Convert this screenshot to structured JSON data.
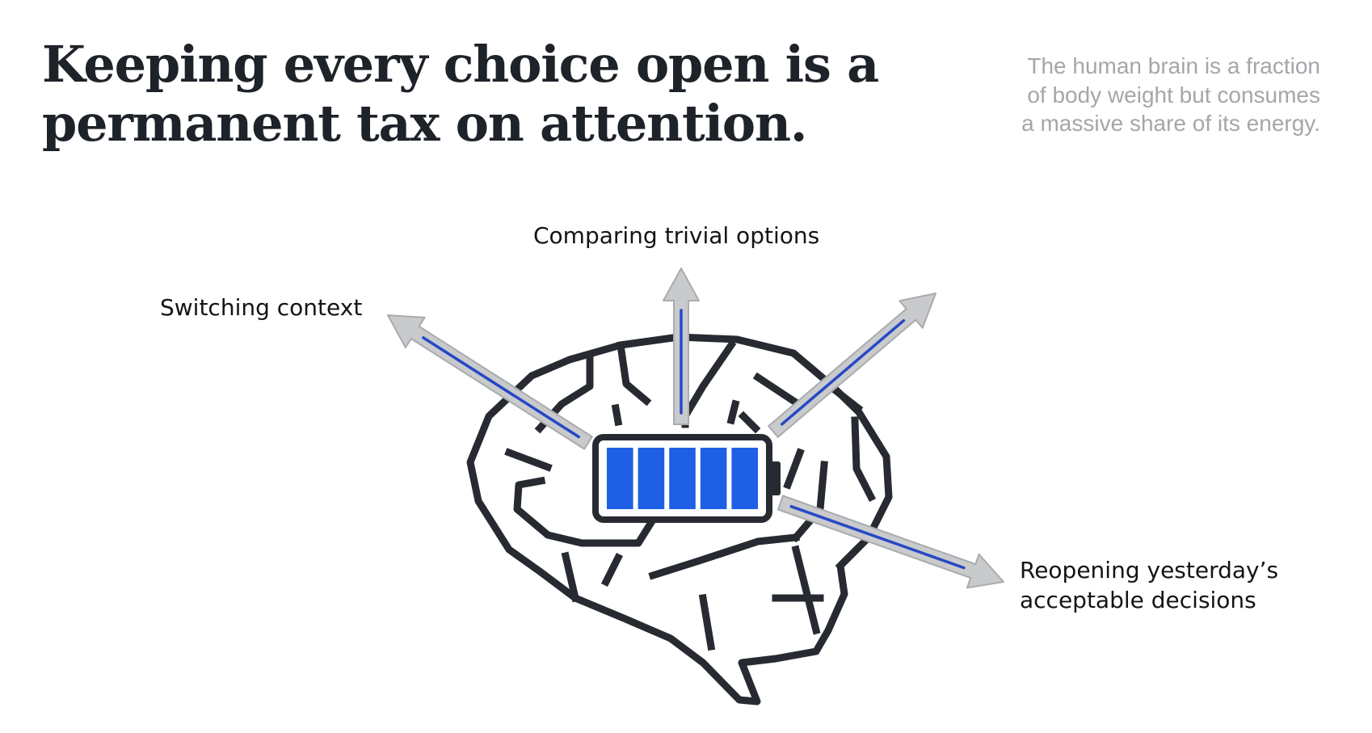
{
  "headline": {
    "line1": "Keeping every choice open is a",
    "line2": "permanent tax on attention."
  },
  "side_note": {
    "line1": "The human brain is a fraction",
    "line2": "of body weight but consumes",
    "line3": "a massive share of its energy."
  },
  "diagram": {
    "labels": {
      "top": "Comparing trivial options",
      "left": "Switching context",
      "right_line1": "Reopening yesterday’s",
      "right_line2": "acceptable decisions"
    },
    "battery": {
      "cells_total": 5,
      "cells_filled": 5
    },
    "colors": {
      "brain_outline": "#272b31",
      "battery_cell": "#1f5fe6",
      "arrow_fill": "#c9cacc",
      "arrow_core": "#2748c6"
    },
    "icons": [
      "brain-icon",
      "battery-icon",
      "arrow-icon"
    ]
  }
}
